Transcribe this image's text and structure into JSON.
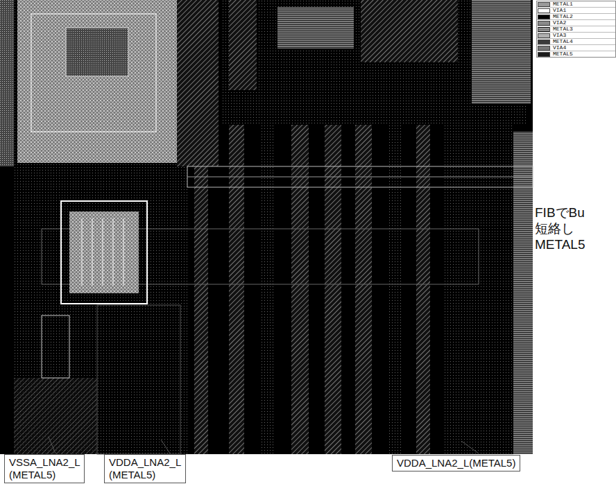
{
  "diagram": {
    "nodes": [
      {
        "text": [
          "VSSA_LNA2_L (METAL5)"
        ]
      },
      {
        "text": [
          "VDDA_LNA2_L (METAL5)"
        ]
      },
      {
        "text": [
          "VDDA_LNA2_L(METAL5)"
        ]
      }
    ],
    "labels": [
      "FIBでBu 短絡し METAL5"
    ],
    "legend": [
      {
        "text": "METAL1"
      },
      {
        "text": "VIA1"
      },
      {
        "text": "METAL2"
      },
      {
        "text": "VIA2"
      },
      {
        "text": "METAL3"
      },
      {
        "text": "VIA3"
      },
      {
        "text": "METAL4"
      },
      {
        "text": "VIA4"
      },
      {
        "text": "METAL5"
      }
    ]
  }
}
